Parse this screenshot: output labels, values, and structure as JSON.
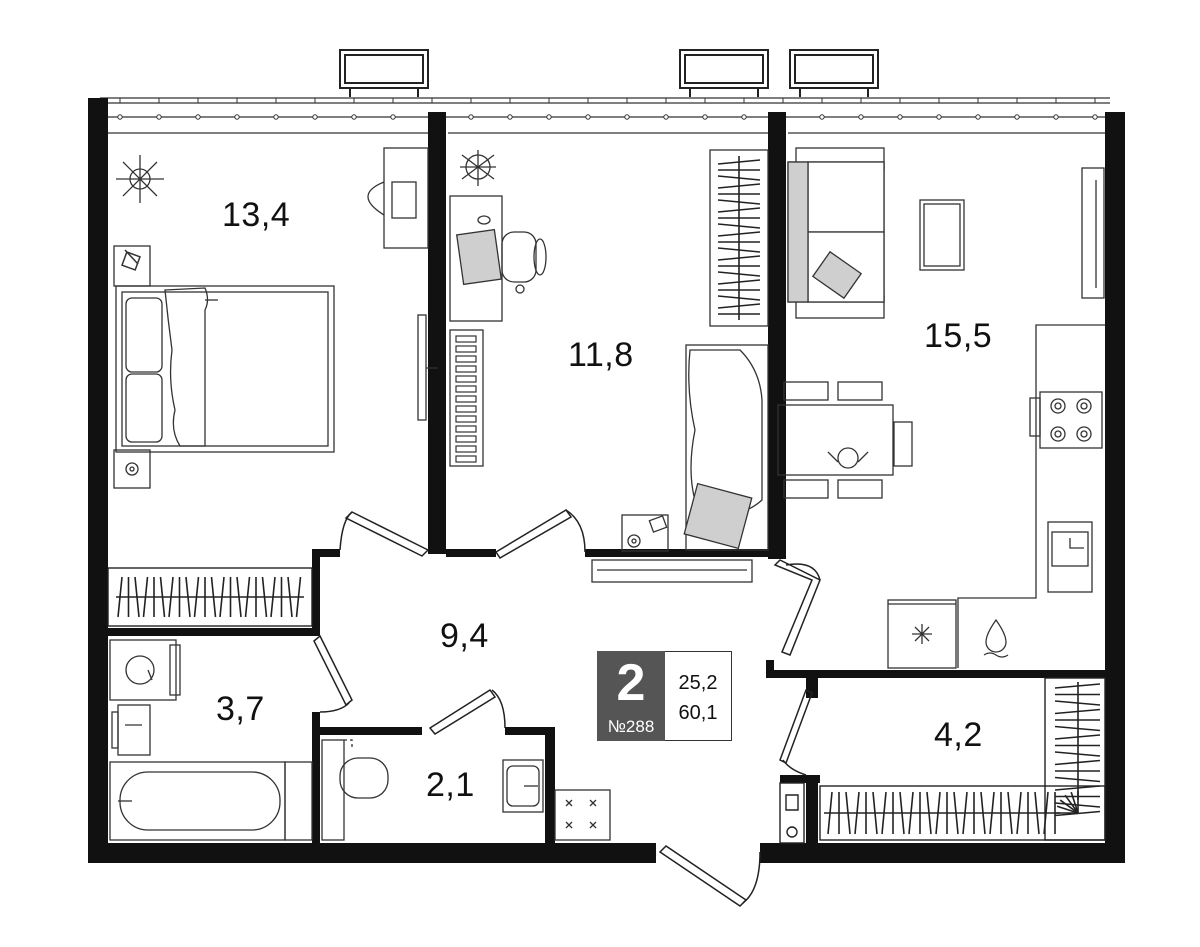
{
  "plan": {
    "rooms": [
      {
        "id": "bedroom",
        "area": "13,4"
      },
      {
        "id": "kids-room",
        "area": "11,8"
      },
      {
        "id": "kitchen-living",
        "area": "15,5"
      },
      {
        "id": "hall",
        "area": "9,4"
      },
      {
        "id": "bathroom",
        "area": "3,7"
      },
      {
        "id": "wc",
        "area": "2,1"
      },
      {
        "id": "wardrobe",
        "area": "4,2"
      }
    ],
    "badge": {
      "rooms": "2",
      "number": "№288",
      "living_area": "25,2",
      "total_area": "60,1"
    },
    "colors": {
      "wall": "#111111",
      "furniture": "#333333",
      "fill_gray": "#cfcfcf",
      "badge_bg": "#555555"
    }
  }
}
